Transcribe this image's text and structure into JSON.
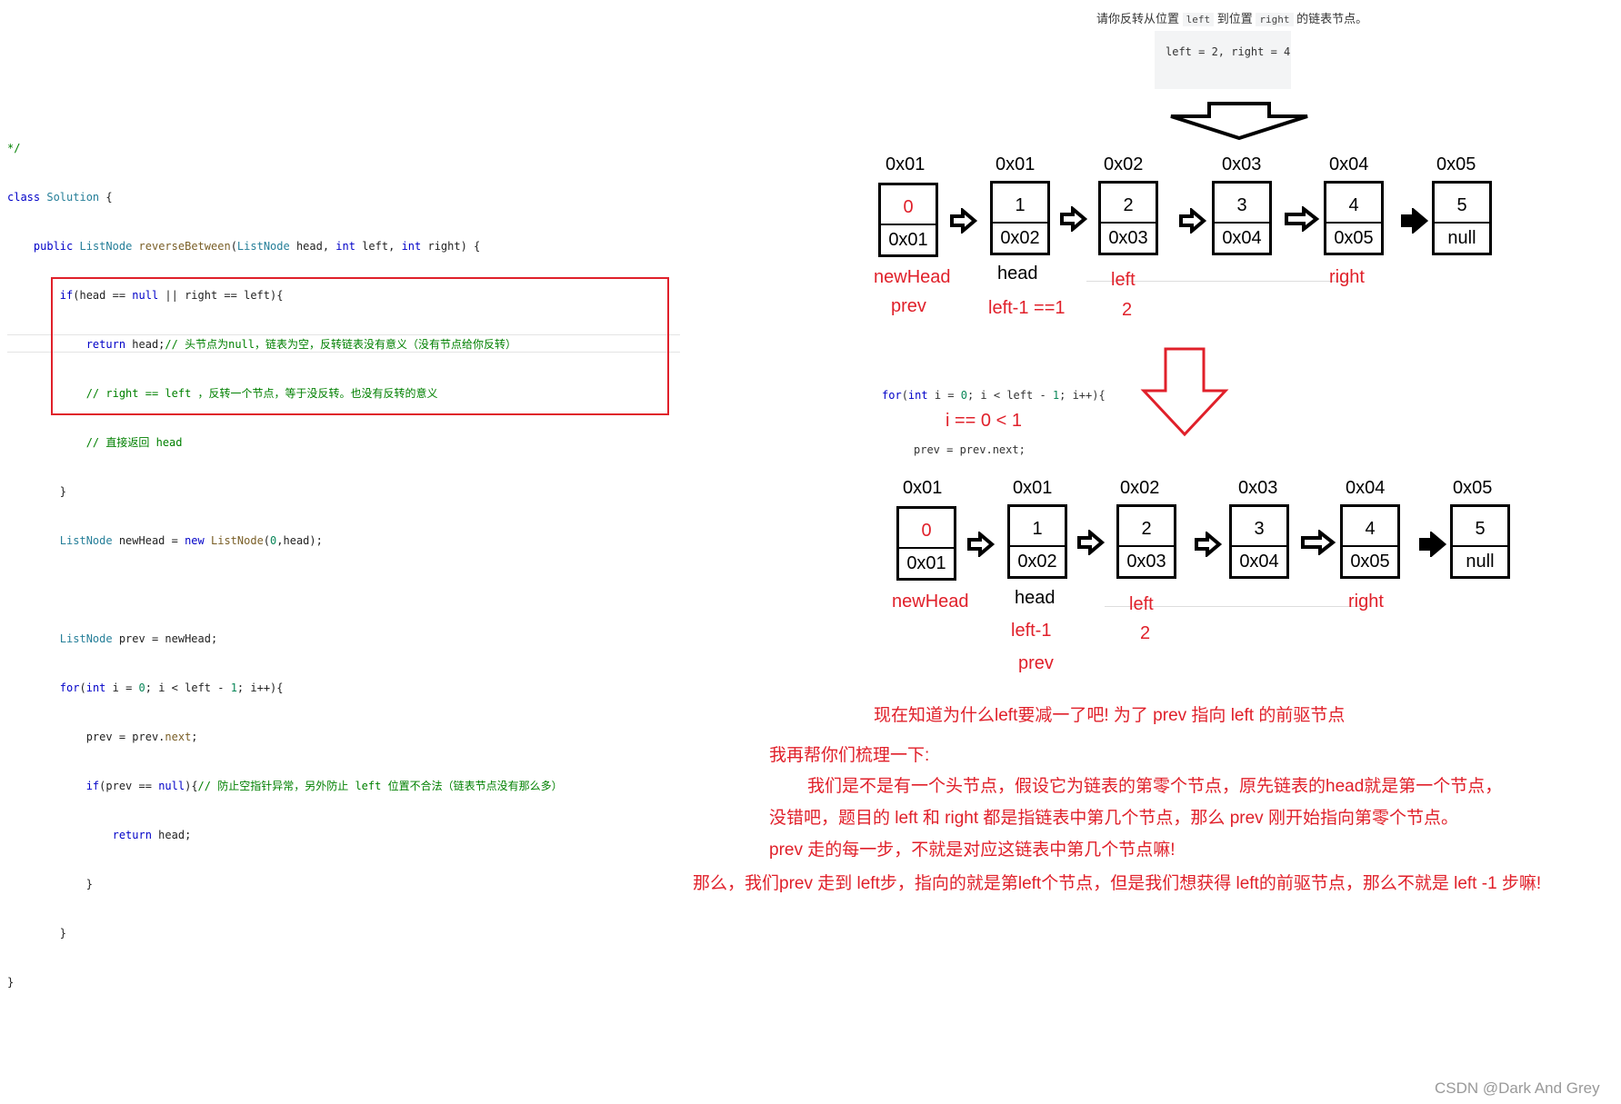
{
  "code": {
    "lines": [
      "*/",
      "class Solution {",
      "    public ListNode reverseBetween(ListNode head, int left, int right) {",
      "        if(head == null || right == left){",
      "            return head;// 头节点为null，链表为空，反转链表没有意义（没有节点给你反转）",
      "            // right == left ，反转一个节点，等于没反转。也没有反转的意义",
      "            // 直接返回 head",
      "        }",
      "        ListNode newHead = new ListNode(0,head);",
      "",
      "        ListNode prev = newHead;",
      "        for(int i = 0; i < left - 1; i++){",
      "            prev = prev.next;",
      "            if(prev == null){// 防止空指针异常，另外防止 left 位置不合法（链表节点没有那么多）",
      "                return head;",
      "            }",
      "        }",
      "}"
    ]
  },
  "statement": {
    "prefix": "请你反转从位置",
    "left": "left",
    "mid": "到位置",
    "right": "right",
    "suffix": "的链表节点。",
    "example": "left = 2, right = 4"
  },
  "diagram1": {
    "addresses": [
      "0x01",
      "0x01",
      "0x02",
      "0x03",
      "0x04",
      "0x05"
    ],
    "nodes": [
      {
        "val": "0",
        "next": "0x01"
      },
      {
        "val": "1",
        "next": "0x02"
      },
      {
        "val": "2",
        "next": "0x03"
      },
      {
        "val": "3",
        "next": "0x04"
      },
      {
        "val": "4",
        "next": "0x05"
      },
      {
        "val": "5",
        "next": "null"
      }
    ],
    "labels": {
      "newHead": "newHead",
      "prev": "prev",
      "head": "head",
      "leftMinus": "left-1 ==1",
      "left": "left",
      "two": "2",
      "right": "right"
    }
  },
  "loop": {
    "code": "for(int i = 0; i < left - 1; i++){",
    "cond": "i == 0  < 1",
    "step": "prev = prev.next;"
  },
  "diagram2": {
    "addresses": [
      "0x01",
      "0x01",
      "0x02",
      "0x03",
      "0x04",
      "0x05"
    ],
    "nodes": [
      {
        "val": "0",
        "next": "0x01"
      },
      {
        "val": "1",
        "next": "0x02"
      },
      {
        "val": "2",
        "next": "0x03"
      },
      {
        "val": "3",
        "next": "0x04"
      },
      {
        "val": "4",
        "next": "0x05"
      },
      {
        "val": "5",
        "next": "null"
      }
    ],
    "labels": {
      "newHead": "newHead",
      "head": "head",
      "leftMinus": "left-1",
      "prev": "prev",
      "left": "left",
      "two": "2",
      "right": "right"
    }
  },
  "explanation": {
    "line1": "现在知道为什么left要减一了吧! 为了 prev 指向 left 的前驱节点",
    "line2": "我再帮你们梳理一下:",
    "line3": "我们是不是有一个头节点，假设它为链表的第零个节点，原先链表的head就是第一个节点，",
    "line4": "没错吧，题目的 left 和 right 都是指链表中第几个节点，那么 prev 刚开始指向第零个节点。",
    "line5": "prev 走的每一步，不就是对应这链表中第几个节点嘛!",
    "line6": "那么，我们prev 走到 left步，指向的就是第left个节点，但是我们想获得 left的前驱节点，那么不就是 left -1 步嘛!"
  },
  "watermark": "CSDN @Dark And Grey",
  "colors": {
    "accent": "#e0202a",
    "keyword": "#0000c8",
    "type": "#267f99",
    "comment": "#008000"
  }
}
